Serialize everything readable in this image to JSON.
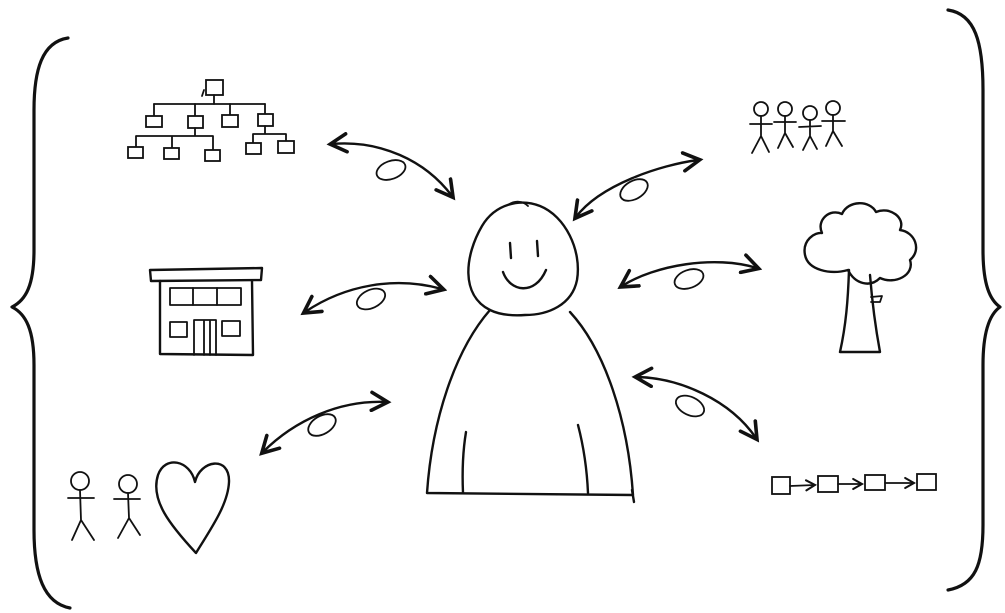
{
  "diagram": {
    "type": "sketch-diagram",
    "center": "smiling-person",
    "elements": [
      {
        "name": "org-chart-icon",
        "position": "top-left"
      },
      {
        "name": "building-icon",
        "position": "middle-left"
      },
      {
        "name": "couple-heart-icon",
        "position": "bottom-left"
      },
      {
        "name": "group-of-people-icon",
        "position": "top-right"
      },
      {
        "name": "tree-icon",
        "position": "middle-right"
      },
      {
        "name": "process-chain-icon",
        "position": "bottom-right"
      }
    ],
    "connectors": "bidirectional-looped-arrow",
    "stroke_color": "#111111",
    "background_color": "#ffffff"
  }
}
